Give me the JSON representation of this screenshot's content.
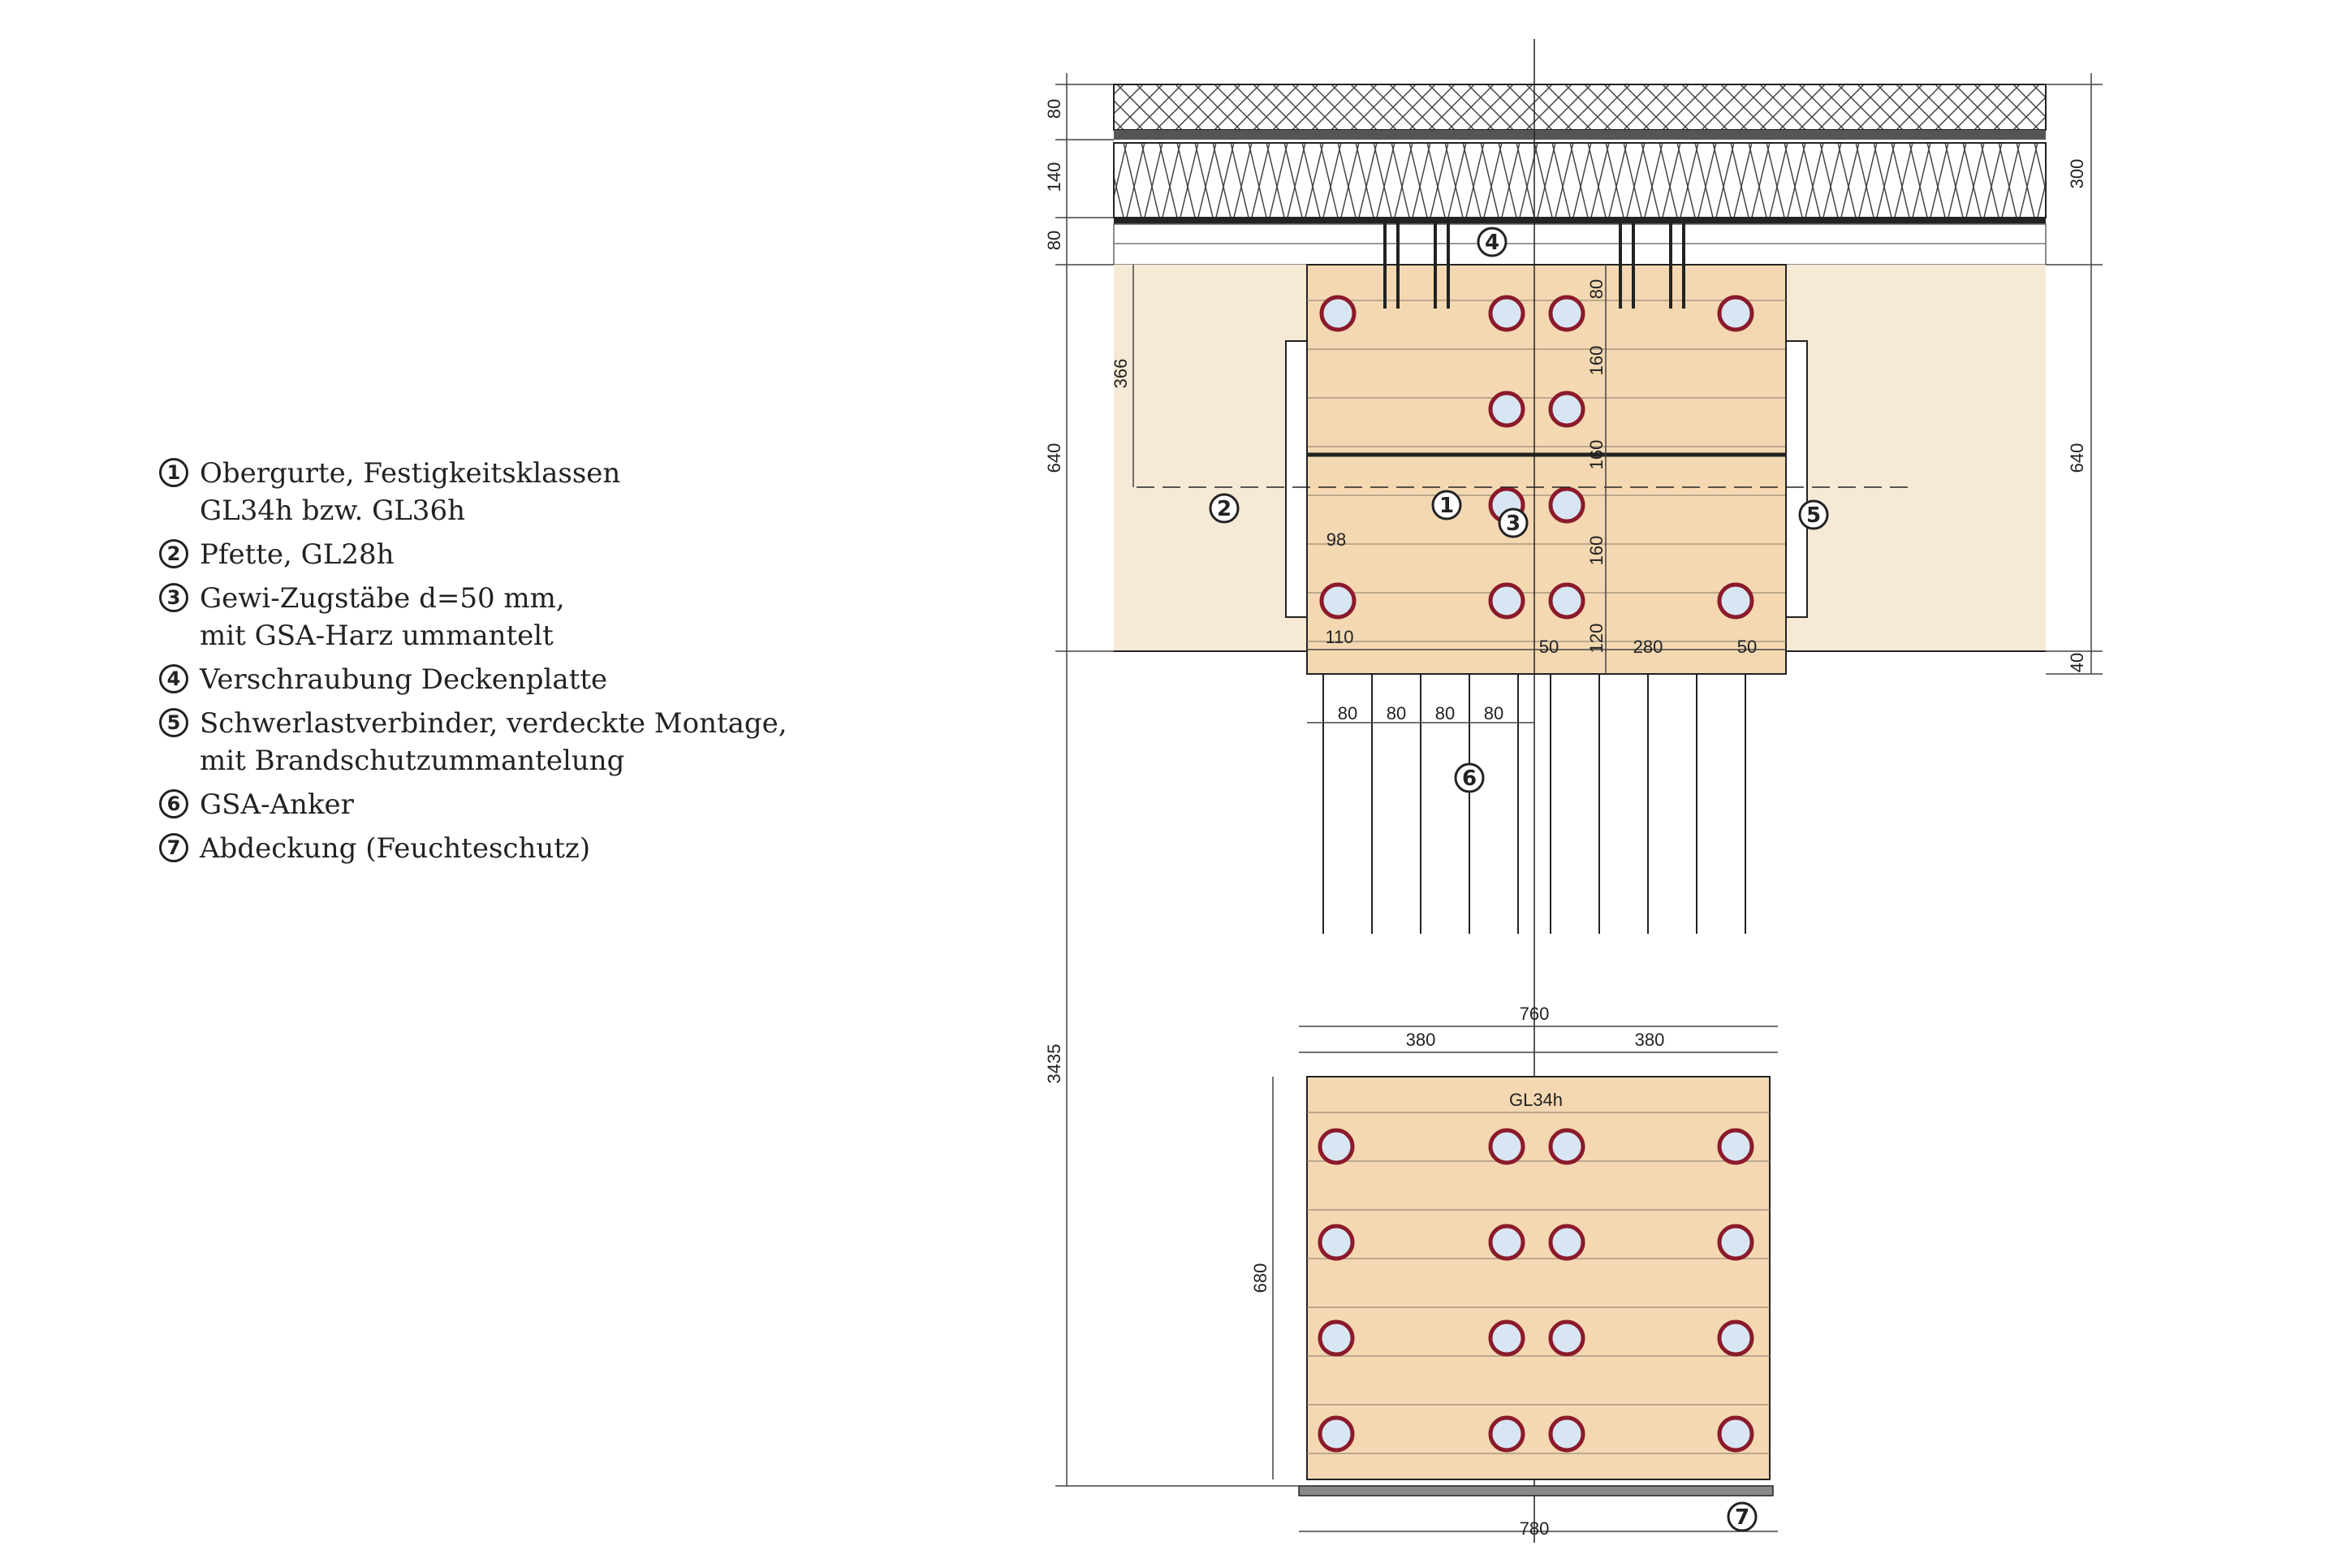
{
  "legend": [
    {
      "num": "1",
      "text": "Obergurte, Festigkeitsklassen\nGL34h bzw. GL36h"
    },
    {
      "num": "2",
      "text": "Pfette, GL28h"
    },
    {
      "num": "3",
      "text": "Gewi-Zugstäbe d=50 mm,\nmit GSA-Harz ummantelt"
    },
    {
      "num": "4",
      "text": "Verschraubung Deckenplatte"
    },
    {
      "num": "5",
      "text": "Schwerlastverbinder, verdeckte Montage,\nmit Brandschutzummantelung"
    },
    {
      "num": "6",
      "text": "GSA-Anker"
    },
    {
      "num": "7",
      "text": "Abdeckung (Feuchteschutz)"
    }
  ],
  "dims": {
    "roof_80_top": "80",
    "roof_140": "140",
    "roof_80_bottom": "80",
    "roof_300": "300",
    "height_640_left": "640",
    "height_640_right": "640",
    "offset_366": "366",
    "total_3435": "3435",
    "bottom_40": "40",
    "v80": "80",
    "v160_a": "160",
    "v160_b": "160",
    "v160_c": "160",
    "v120": "120",
    "h98": "98",
    "h110": "110",
    "h50_left": "50",
    "h280": "280",
    "h50_right": "50",
    "anchor_80_1": "80",
    "anchor_80_2": "80",
    "anchor_80_3": "80",
    "anchor_80_4": "80",
    "w760": "760",
    "w380_left": "380",
    "w380_right": "380",
    "h680": "680",
    "w780": "780"
  },
  "section_label": "GL34h",
  "colors": {
    "timber": "#f3d8b2",
    "purlin": "#f6ead6",
    "rod_ring": "#8b1a2b",
    "rod_fill": "#d7e6f2",
    "line": "#222222",
    "cover": "#888888"
  }
}
